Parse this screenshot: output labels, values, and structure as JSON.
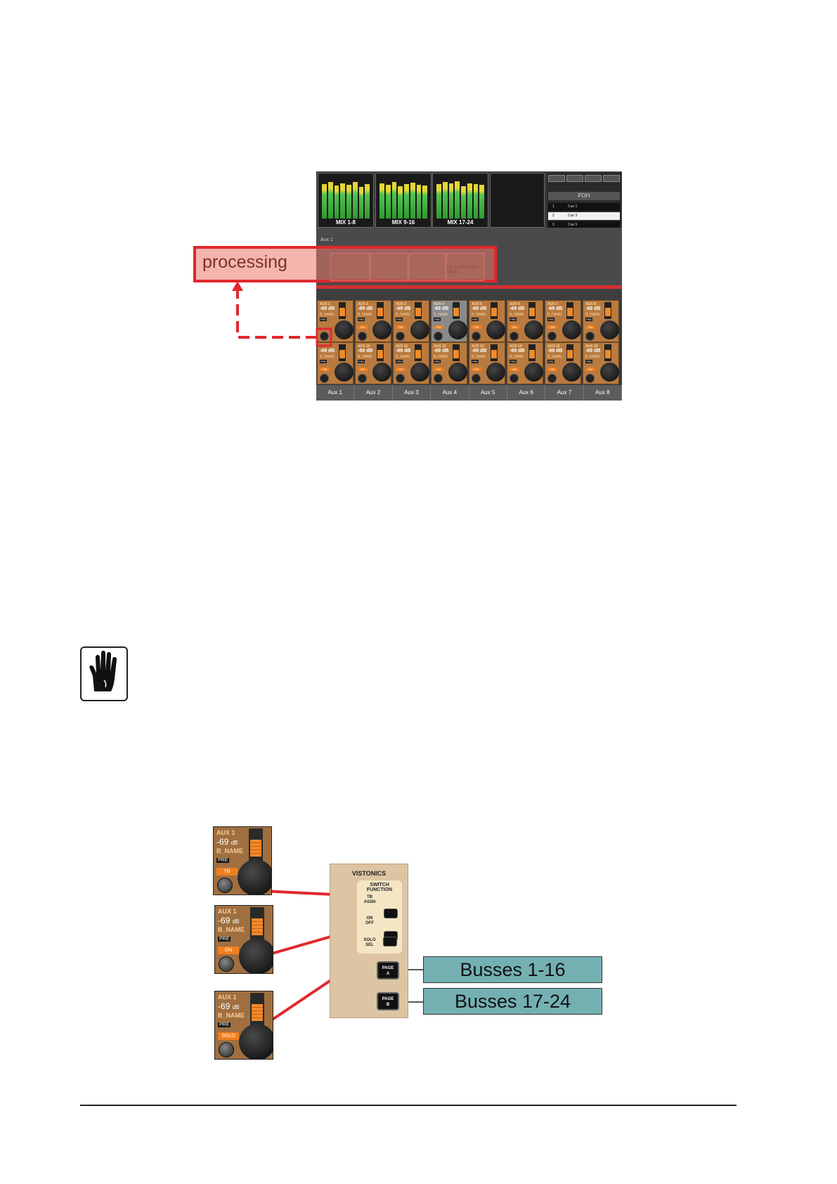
{
  "screenshot": {
    "meters": [
      "MIX  1-8",
      "MIX  9-16",
      "MIX  17-24"
    ],
    "foh": {
      "title": "FOH",
      "cues": [
        {
          "num": "1",
          "name": "Cue 1",
          "selected": false
        },
        {
          "num": "2",
          "name": "Cue 3",
          "selected": true
        },
        {
          "num": "3",
          "name": "Cue 5",
          "selected": false
        }
      ]
    },
    "area_label": "Aux 1",
    "row1": [
      {
        "name": "AUX 1",
        "db": "-69 dB",
        "bname": "B_NAME",
        "pre": "PRE",
        "btn": "",
        "grey": false
      },
      {
        "name": "AUX 2",
        "db": "-69 dB",
        "bname": "B_NAME",
        "pre": "PRE",
        "btn": "ON",
        "grey": false
      },
      {
        "name": "AUX 3",
        "db": "-69 dB",
        "bname": "B_NAME",
        "pre": "PRE",
        "btn": "ON",
        "grey": false
      },
      {
        "name": "AUX 4",
        "db": "-69 dB",
        "bname": "B_NAME",
        "pre": "PRE",
        "btn": "ON",
        "grey": true
      },
      {
        "name": "AUX 5",
        "db": "-69 dB",
        "bname": "B_NAME",
        "pre": "PRE",
        "btn": "ON",
        "grey": false
      },
      {
        "name": "AUX 6",
        "db": "-69 dB",
        "bname": "B_NAME",
        "pre": "PRE",
        "btn": "ON",
        "grey": false
      },
      {
        "name": "AUX 7",
        "db": "-69 dB",
        "bname": "B_NAME",
        "pre": "PRE",
        "btn": "ON",
        "grey": false
      },
      {
        "name": "AUX 8",
        "db": "-69 dB",
        "bname": "B_NAME",
        "pre": "PRE",
        "btn": "ON",
        "grey": false
      }
    ],
    "row2": [
      {
        "name": "",
        "db": "-69 dB",
        "bname": "B_NAME",
        "pre": "PRE",
        "btn": "ON"
      },
      {
        "name": "AUX 10",
        "db": "-69 dB",
        "bname": "B_NAME",
        "pre": "PRE",
        "btn": "ON"
      },
      {
        "name": "AUX 11",
        "db": "-69 dB",
        "bname": "B_NAME",
        "pre": "PRE",
        "btn": "ON"
      },
      {
        "name": "AUX 12",
        "db": "-69 dB",
        "bname": "B_NAME",
        "pre": "PRE",
        "btn": "ON"
      },
      {
        "name": "AUX 13",
        "db": "-69 dB",
        "bname": "B_NAME",
        "pre": "PRE",
        "btn": "ON"
      },
      {
        "name": "AUX 14",
        "db": "-69 dB",
        "bname": "B_NAME",
        "pre": "PRE",
        "btn": "ON"
      },
      {
        "name": "AUX 15",
        "db": "-69 dB",
        "bname": "B_NAME",
        "pre": "PRE",
        "btn": "ON"
      },
      {
        "name": "AUX 16",
        "db": "-69 dB",
        "bname": "B_NAME",
        "pre": "PRE",
        "btn": "ON"
      }
    ],
    "aux_tabs": [
      "Aux 1",
      "Aux 2",
      "Aux 3",
      "Aux 4",
      "Aux 5",
      "Aux 6",
      "Aux 7",
      "Aux 8"
    ],
    "processing_label": "processing",
    "processing_small": "LR C O ING OLY\nPANE"
  },
  "strips": [
    {
      "name": "AUX 1",
      "db": "-69",
      "unit": "dB",
      "bname": "B_NAME",
      "pre": "PRE",
      "func": "TB"
    },
    {
      "name": "AUX 1",
      "db": "-69",
      "unit": "dB",
      "bname": "B_NAME",
      "pre": "PRE",
      "func": "ON"
    },
    {
      "name": "AUX 1",
      "db": "-69",
      "unit": "dB",
      "bname": "B_NAME",
      "pre": "PRE",
      "func": "SOLO"
    }
  ],
  "panel": {
    "brand": "VISTONICS",
    "group_title": "SWITCH FUNCTION",
    "switches": [
      {
        "label_top": "TB",
        "label_bottom": "ASSN"
      },
      {
        "label_top": "ON",
        "label_bottom": "OFF"
      },
      {
        "label_top": "SOLO",
        "label_bottom": "SEL"
      }
    ],
    "page_a": {
      "line1": "PAGE",
      "line2": "A"
    },
    "page_b": {
      "line1": "PAGE",
      "line2": "B"
    }
  },
  "busses": [
    "Busses 1-16",
    "Busses 17-24"
  ],
  "colors": {
    "accent_red": "#e0282e",
    "strip_orange": "#b97a3f",
    "bus_teal": "#74b0b2"
  },
  "icons": {
    "caution": "hand-stop-icon"
  }
}
